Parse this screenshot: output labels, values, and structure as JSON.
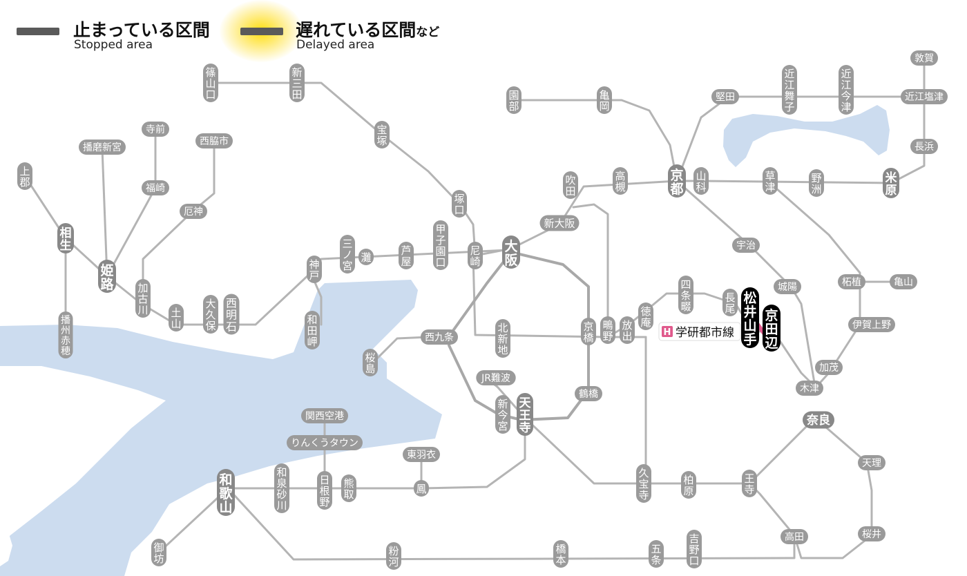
{
  "legend": {
    "stopped": {
      "jp": "止まっている区間",
      "en": "Stopped area",
      "color": "#5a5a5a"
    },
    "delayed": {
      "jp": "遅れている区間",
      "suffix": "など",
      "en": "Delayed area",
      "glow_color": "#ffd800"
    }
  },
  "colors": {
    "water": "#ccdcef",
    "line": "#b4b4b4",
    "station": "#9a9a9a",
    "major_station": "#888888",
    "affected_station": "#000000",
    "gakkentoshi_line": "#e05a8c"
  },
  "line_label": {
    "icon": "H",
    "name": "学研都市線"
  },
  "stations": {
    "sasayamaguchi": "篠山口",
    "shinsanda": "新三田",
    "takarazuka": "宝塚",
    "tsukaguchi": "塚口",
    "kamigori": "上郡",
    "aioi": "相生",
    "banshu_ako": "播州赤穂",
    "himeji": "姫路",
    "harima_shingu": "播磨新宮",
    "teramae": "寺前",
    "fukusaki": "福崎",
    "nishiwakishi": "西脇市",
    "yashiro": "厄神",
    "kakogawa": "加古川",
    "tsuchiyama": "土山",
    "okubo": "大久保",
    "nishiakashi": "西明石",
    "kobe": "神戸",
    "sannomiya": "三ノ宮",
    "wadamisaki": "和田岬",
    "nada": "灘",
    "ashiya": "芦屋",
    "koshienguchi": "甲子園口",
    "amagasaki": "尼崎",
    "osaka": "大阪",
    "shin_osaka": "新大阪",
    "suita": "吹田",
    "takatsuki": "高槻",
    "kyoto": "京都",
    "yamashina": "山科",
    "sonobe": "園部",
    "kameoka": "亀岡",
    "katata": "堅田",
    "omi_maiko": "近江舞子",
    "omi_imazu": "近江今津",
    "tsuruga": "敦賀",
    "omi_shiotsu": "近江塩津",
    "nagahama": "長浜",
    "maibara": "米原",
    "kusatsu": "草津",
    "yasu": "野洲",
    "uji": "宇治",
    "joyo": "城陽",
    "tsuge": "柘植",
    "kameyama": "亀山",
    "iga_ueno": "伊賀上野",
    "kamo": "加茂",
    "kizu": "木津",
    "nara": "奈良",
    "tenri": "天理",
    "sakurai": "桜井",
    "kyobashi": "京橋",
    "hanaten": "放出",
    "tsurumi": "鴫野",
    "tokuan": "徳庵",
    "shijonawate": "四条畷",
    "nagao": "長尾",
    "matsuiyamate": "松井山手",
    "kyotanabe": "京田辺",
    "nishikujo": "西九条",
    "sakurajima": "桜島",
    "kitashinchi": "北新地",
    "jr_namba": "JR難波",
    "shin_imamiya": "新今宮",
    "tennoji": "天王寺",
    "tsuruhashi": "鶴橋",
    "kyuhoji": "久宝寺",
    "kashiwara": "柏原",
    "oji": "王寺",
    "takada": "高田",
    "kansai_airport": "関西空港",
    "rinku_town": "りんくうタウン",
    "hineno": "日根野",
    "izumi_sunagawa": "和泉砂川",
    "kumatori": "熊取",
    "higashi_hagoromo": "東羽衣",
    "otori": "鳳",
    "wakayama": "和歌山",
    "gobo": "御坊",
    "kokawa": "粉河",
    "hashimoto": "橋本",
    "gojo": "五条",
    "yoshinoguchi": "吉野口"
  }
}
